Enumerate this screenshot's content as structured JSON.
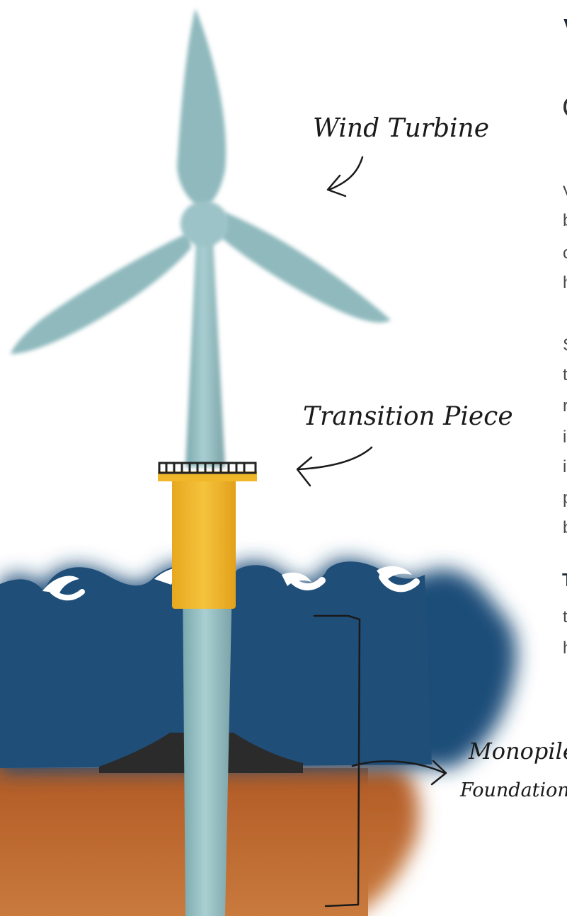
{
  "labels": {
    "wind_turbine": "Wind Turbine",
    "transition_piece": "Transition Piece",
    "monopile": "Monopile",
    "foundation": "Foundation"
  },
  "cut_off_text": {
    "line_1": "V",
    "line_2": "C",
    "paragraph_1": [
      "V",
      "b",
      "c",
      "h"
    ],
    "paragraph_2": [
      "S",
      "t",
      "r",
      "i",
      "i",
      "p",
      "b"
    ],
    "paragraph_3": [
      "T",
      "t",
      "h"
    ]
  },
  "colors": {
    "turbine": "#8fb9bd",
    "transition_piece": "#f0b72b",
    "sea": "#1f4e79",
    "seabed": "#b8652f",
    "scour_protection": "#2b2b2b",
    "ink": "#1a1a1a"
  }
}
